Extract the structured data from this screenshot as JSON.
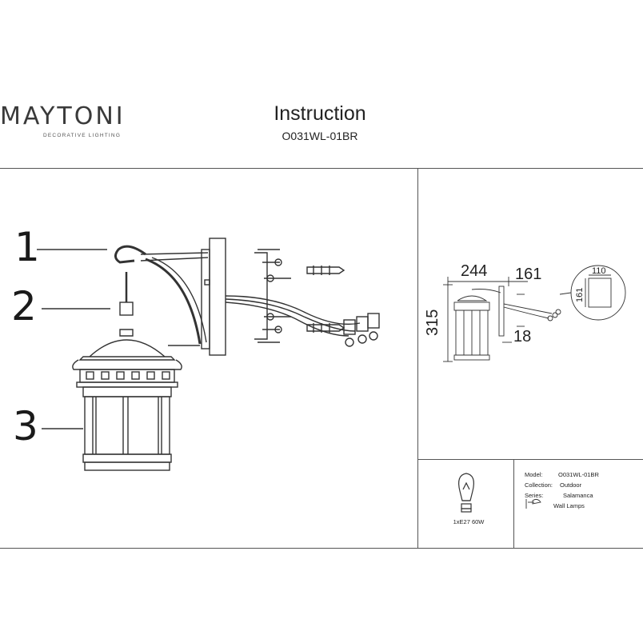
{
  "header": {
    "brand": "MAYTONI",
    "tagline": "DECORATIVE LIGHTING",
    "title": "Instruction",
    "model_code": "O031WL-01BR"
  },
  "parts": [
    {
      "number": "1"
    },
    {
      "number": "2"
    },
    {
      "number": "3"
    }
  ],
  "dimensions": {
    "width": "244",
    "depth": "161",
    "height": "315",
    "base_offset": "18",
    "plate_width": "110",
    "plate_height": "161"
  },
  "bulb": {
    "label": "1xE27 60W"
  },
  "specs": {
    "model_label": "Model:",
    "model_value": "O031WL-01BR",
    "collection_label": "Collection:",
    "collection_value": "Outdoor",
    "series_label": "Series:",
    "series_value": "Salamanca",
    "type_value": "Wall Lamps"
  }
}
